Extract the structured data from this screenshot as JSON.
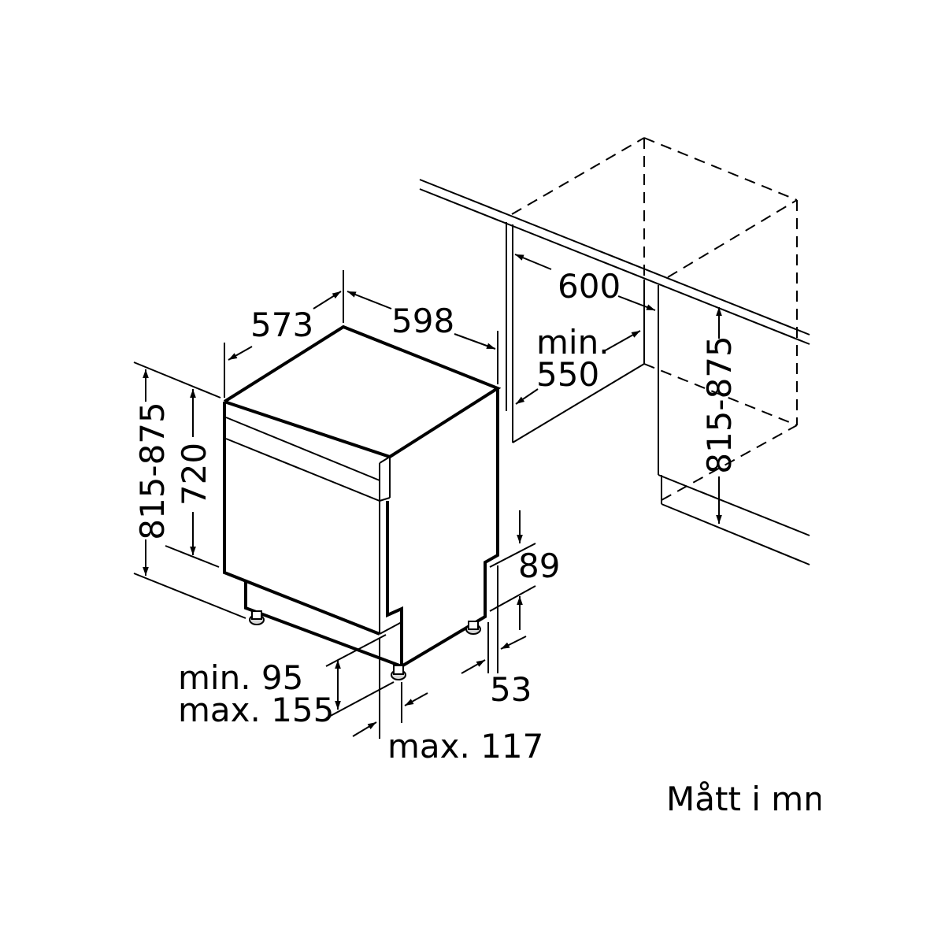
{
  "dimensions": {
    "width": "598",
    "depth": "573",
    "height_range": "815-875",
    "panel_height": "720",
    "niche_width": "600",
    "niche_min_label": "min.",
    "niche_min_value": "550",
    "niche_height_range": "815-875",
    "plinth_height": "89",
    "plinth_setback": "53",
    "plinth_min": "min. 95",
    "plinth_max": "max. 155",
    "foot_max": "max. 117"
  },
  "caption": "Mått i mm",
  "colors": {
    "line": "#000000",
    "background": "#ffffff",
    "foot_fill": "#d8d8d8"
  }
}
